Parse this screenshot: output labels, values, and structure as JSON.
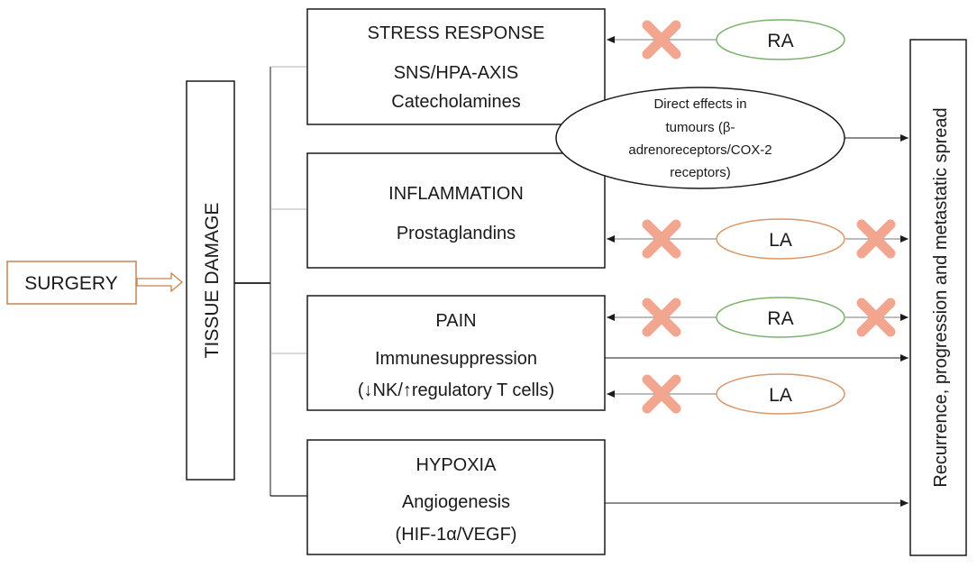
{
  "surgery": {
    "label": "SURGERY",
    "color": "#c9834d"
  },
  "tissue_damage": {
    "label": "TISSUE DAMAGE"
  },
  "outcome": {
    "label": "Recurrence, progression and metastatic spread"
  },
  "boxes": {
    "stress": {
      "lines": [
        "STRESS RESPONSE",
        "SNS/HPA-AXIS",
        "Catecholamines"
      ]
    },
    "inflammation": {
      "lines": [
        "INFLAMMATION",
        "Prostaglandins"
      ]
    },
    "pain": {
      "lines": [
        "PAIN",
        "Immunesuppression",
        "(↓NK/↑regulatory T cells)"
      ]
    },
    "hypoxia": {
      "lines": [
        "HYPOXIA",
        "Angiogenesis",
        "(HIF-1α/VEGF)"
      ]
    }
  },
  "direct_effects": {
    "lines": [
      "Direct effects in",
      "tumours (β-",
      "adrenoreceptors/COX-2",
      "receptors)"
    ]
  },
  "agents": {
    "ra_top": {
      "label": "RA",
      "color": "#79b26a"
    },
    "la_inflammation": {
      "label": "LA",
      "color": "#d9986a"
    },
    "ra_pain": {
      "label": "RA",
      "color": "#79b26a"
    },
    "la_pain": {
      "label": "LA",
      "color": "#d9986a"
    }
  },
  "block_mark_color": "#f2a68f"
}
